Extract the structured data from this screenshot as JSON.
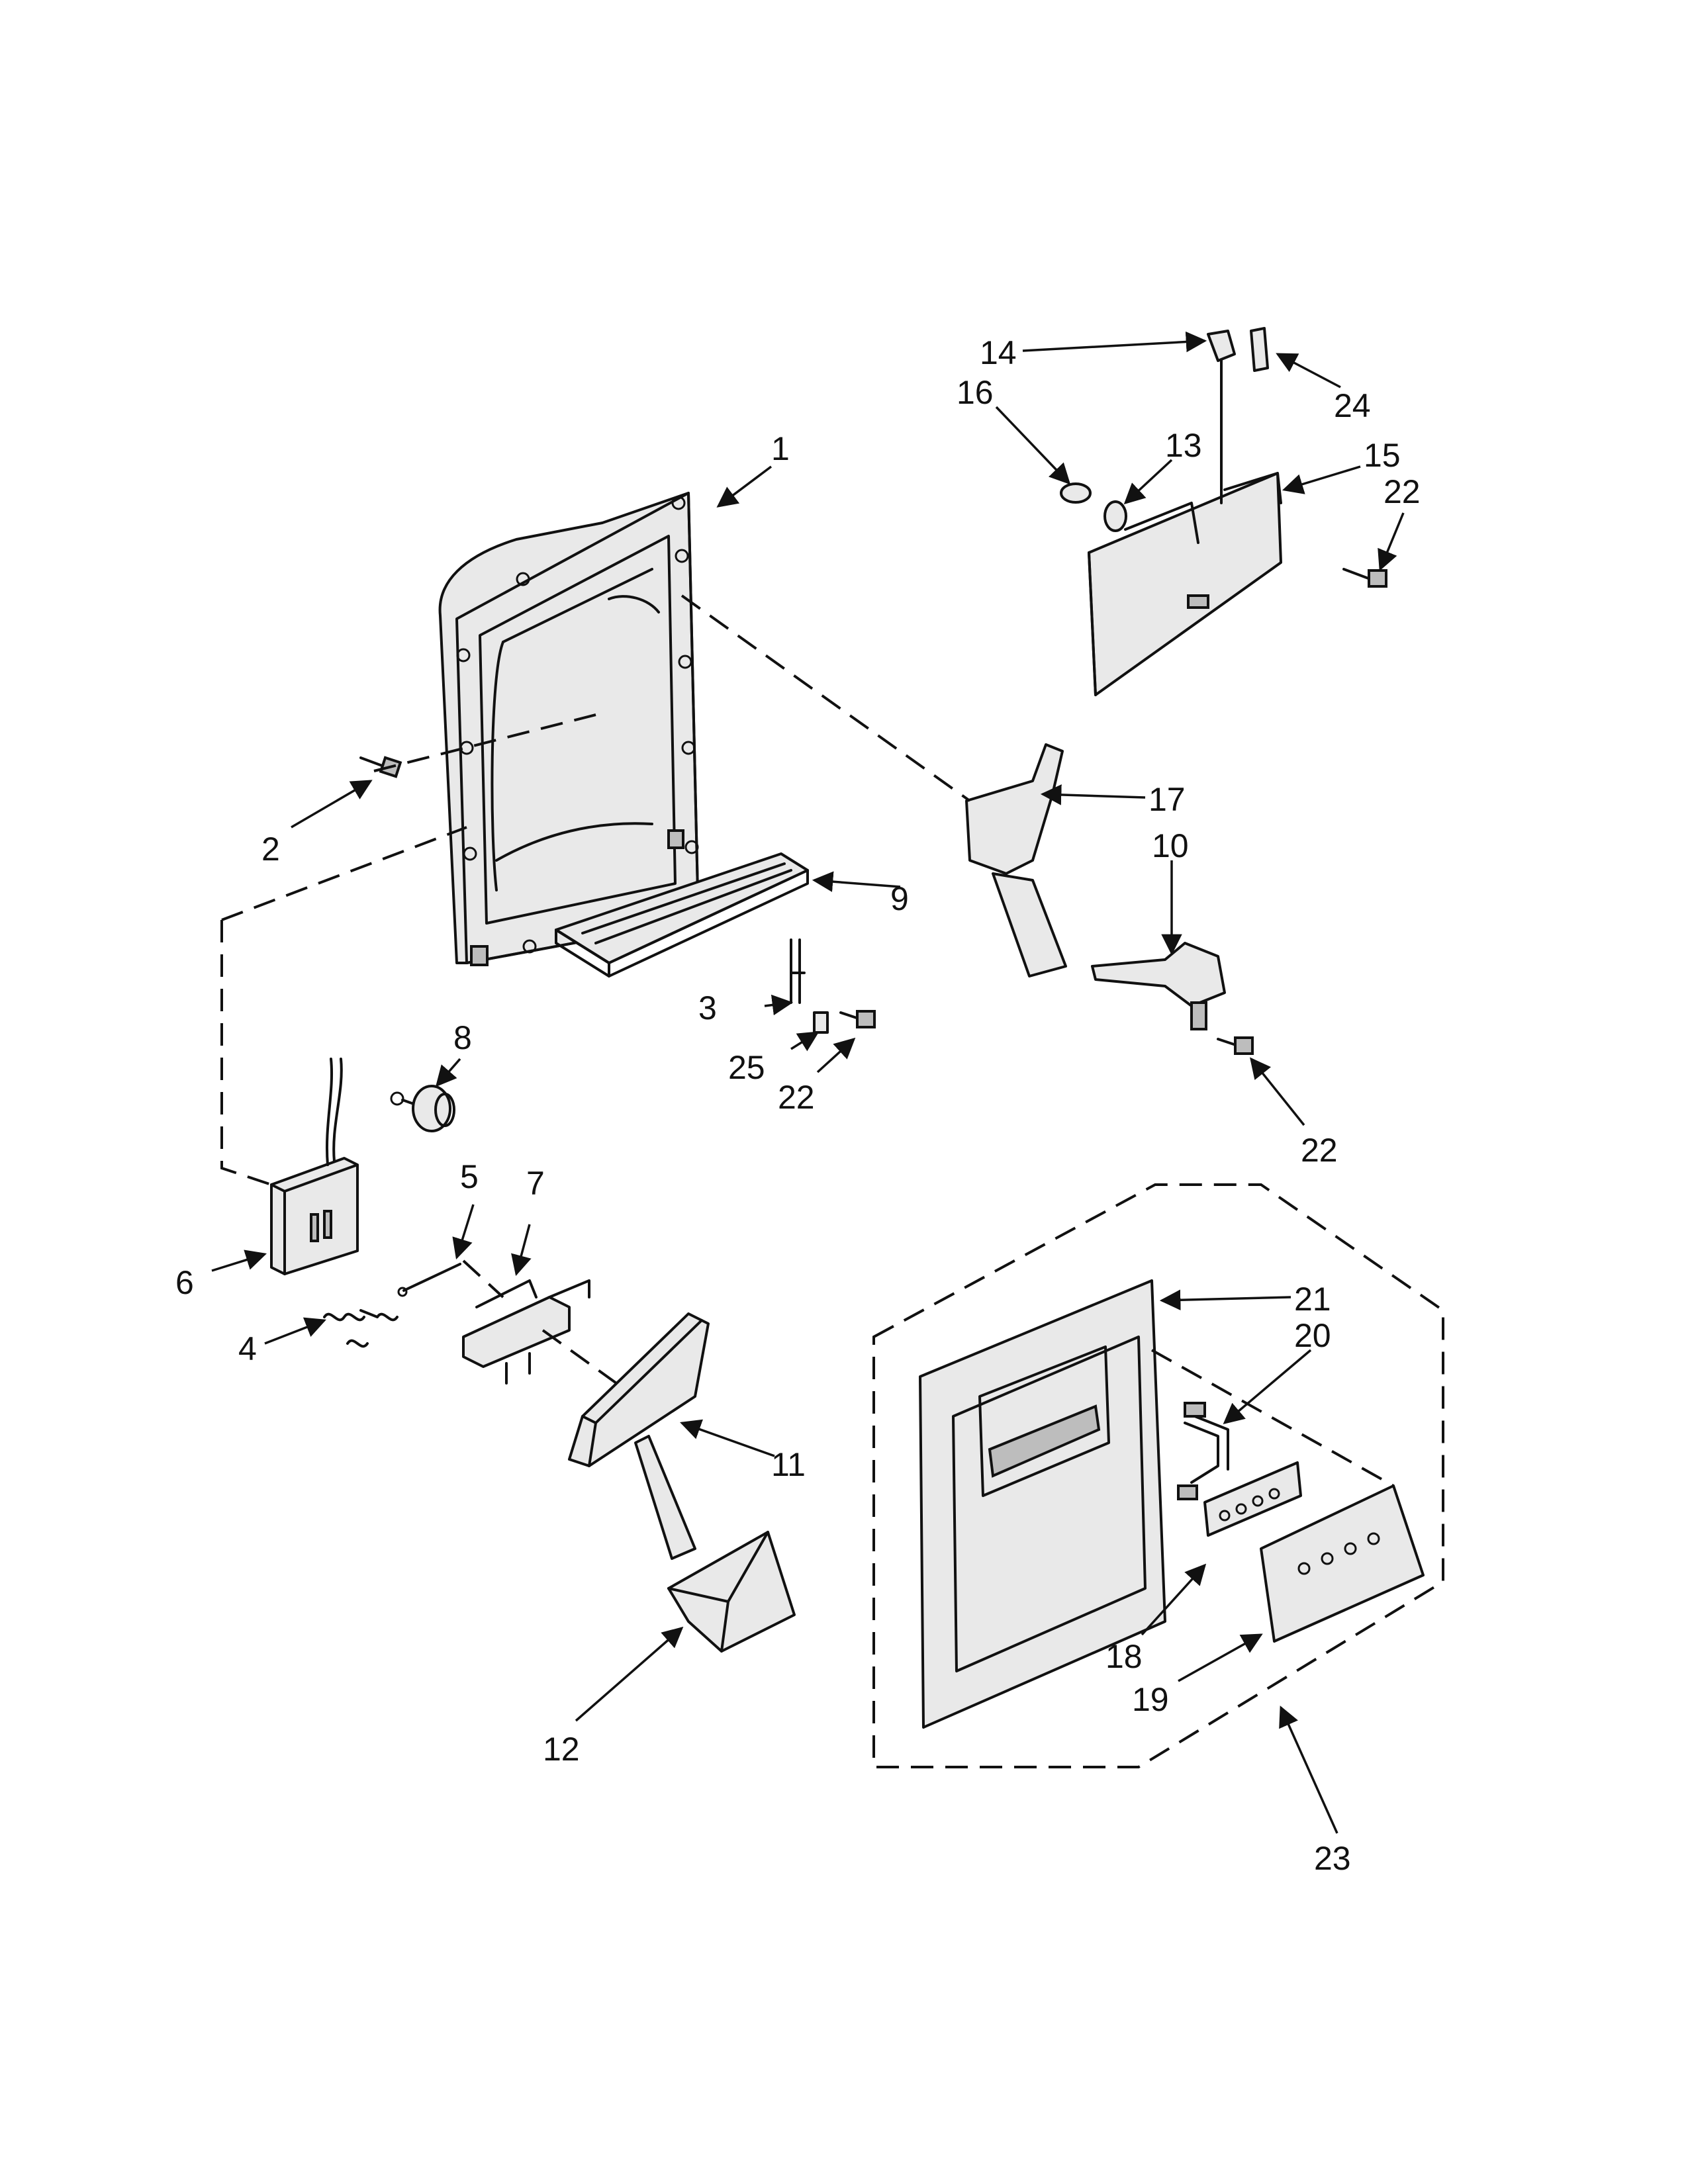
{
  "callouts": [
    {
      "id": "1",
      "text": "1"
    },
    {
      "id": "2",
      "text": "2"
    },
    {
      "id": "3",
      "text": "3"
    },
    {
      "id": "4",
      "text": "4"
    },
    {
      "id": "5",
      "text": "5"
    },
    {
      "id": "6",
      "text": "6"
    },
    {
      "id": "7",
      "text": "7"
    },
    {
      "id": "8",
      "text": "8"
    },
    {
      "id": "9",
      "text": "9"
    },
    {
      "id": "10",
      "text": "10"
    },
    {
      "id": "11",
      "text": "11"
    },
    {
      "id": "12",
      "text": "12"
    },
    {
      "id": "13",
      "text": "13"
    },
    {
      "id": "14",
      "text": "14"
    },
    {
      "id": "15",
      "text": "15"
    },
    {
      "id": "16",
      "text": "16"
    },
    {
      "id": "17",
      "text": "17"
    },
    {
      "id": "18",
      "text": "18"
    },
    {
      "id": "19",
      "text": "19"
    },
    {
      "id": "20",
      "text": "20"
    },
    {
      "id": "21",
      "text": "21"
    },
    {
      "id": "22a",
      "text": "22"
    },
    {
      "id": "22b",
      "text": "22"
    },
    {
      "id": "22c",
      "text": "22"
    },
    {
      "id": "23",
      "text": "23"
    },
    {
      "id": "24",
      "text": "24"
    },
    {
      "id": "25",
      "text": "25"
    }
  ]
}
